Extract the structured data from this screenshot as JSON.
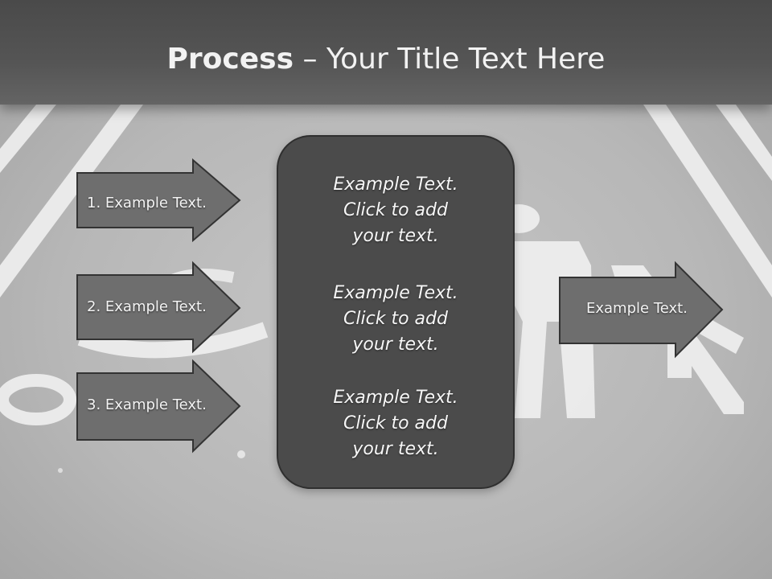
{
  "slide": {
    "title_bold": "Process",
    "title_rest": " – Your Title Text Here"
  },
  "left_arrows": [
    {
      "label": "1. Example Text."
    },
    {
      "label": "2. Example Text."
    },
    {
      "label": "3. Example Text."
    }
  ],
  "center_box": {
    "paragraphs": [
      {
        "line1": "Example Text.",
        "line2": "Click  to add",
        "line3": "your text."
      },
      {
        "line1": "Example Text.",
        "line2": "Click  to add",
        "line3": "your text."
      },
      {
        "line1": "Example Text.",
        "line2": "Click  to add",
        "line3": "your text."
      }
    ]
  },
  "right_arrow": {
    "label": "Example Text."
  },
  "colors": {
    "title_bar": "#4f4f4f",
    "arrow_fill": "#6e6e6e",
    "arrow_border": "#333333",
    "center_box": "#4b4b4b",
    "road_marking": "#efefef"
  }
}
